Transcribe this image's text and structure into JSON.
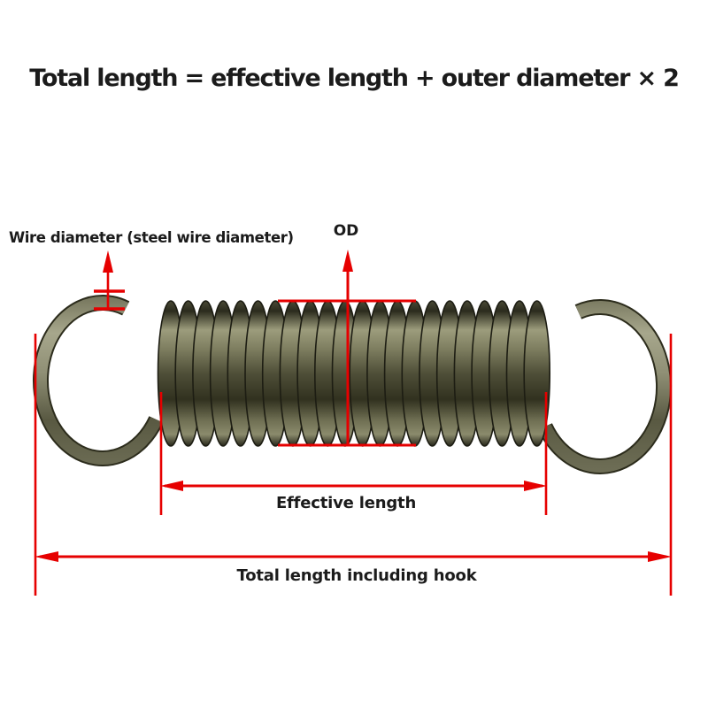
{
  "title": "Total length = effective length + outer diameter × 2",
  "labels": {
    "wire_diameter": "Wire diameter (steel wire diameter)",
    "od": "OD",
    "effective_length": "Effective length",
    "total_length": "Total length including hook"
  },
  "figure": {
    "type": "extension-spring-dimension-diagram",
    "annotated_dimensions": [
      "wire diameter",
      "outer diameter (OD)",
      "effective length",
      "total length including hook"
    ]
  },
  "colors": {
    "background": "#ffffff",
    "text": "#1b1b1b",
    "annotation_red": "#e60000",
    "spring_highlight": "#9c9c7c",
    "spring_midtone": "#55553e",
    "spring_shadow": "#26261a"
  }
}
